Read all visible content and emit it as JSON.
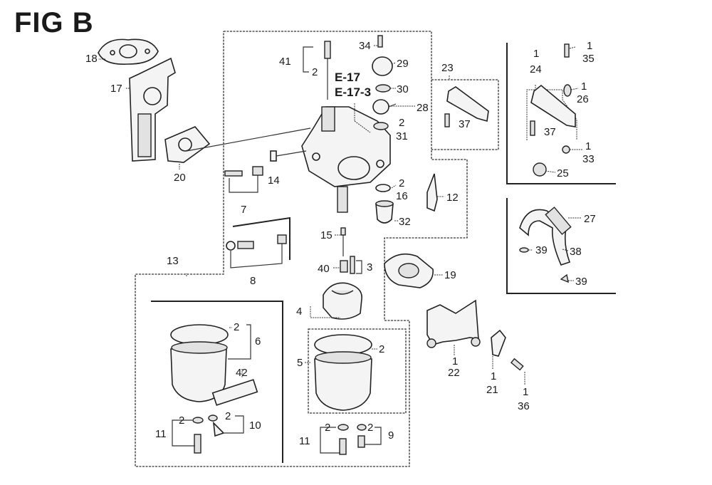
{
  "figure": {
    "title": "FIG B"
  },
  "references": [
    "E-17",
    "E-17-3"
  ],
  "callouts": [
    {
      "id": "c18",
      "text": "18"
    },
    {
      "id": "c17",
      "text": "17"
    },
    {
      "id": "c20",
      "text": "20"
    },
    {
      "id": "c41",
      "text": "41"
    },
    {
      "id": "c41q",
      "text": "2"
    },
    {
      "id": "c34",
      "text": "34"
    },
    {
      "id": "c29",
      "text": "29"
    },
    {
      "id": "c30",
      "text": "30"
    },
    {
      "id": "c28",
      "text": "28"
    },
    {
      "id": "c31q",
      "text": "2"
    },
    {
      "id": "c31",
      "text": "31"
    },
    {
      "id": "c14",
      "text": "14"
    },
    {
      "id": "c7",
      "text": "7"
    },
    {
      "id": "c8",
      "text": "8"
    },
    {
      "id": "c13",
      "text": "13"
    },
    {
      "id": "c16q",
      "text": "2"
    },
    {
      "id": "c16",
      "text": "16"
    },
    {
      "id": "c32",
      "text": "32"
    },
    {
      "id": "c12",
      "text": "12"
    },
    {
      "id": "c15",
      "text": "15"
    },
    {
      "id": "c40",
      "text": "40"
    },
    {
      "id": "c3",
      "text": "3"
    },
    {
      "id": "c4",
      "text": "4"
    },
    {
      "id": "c19",
      "text": "19"
    },
    {
      "id": "c23",
      "text": "23"
    },
    {
      "id": "c37a",
      "text": "37"
    },
    {
      "id": "c24q",
      "text": "1"
    },
    {
      "id": "c24",
      "text": "24"
    },
    {
      "id": "c35q",
      "text": "1"
    },
    {
      "id": "c35",
      "text": "35"
    },
    {
      "id": "c26q",
      "text": "1"
    },
    {
      "id": "c26",
      "text": "26"
    },
    {
      "id": "c37b",
      "text": "37"
    },
    {
      "id": "c33q",
      "text": "1"
    },
    {
      "id": "c33",
      "text": "33"
    },
    {
      "id": "c25",
      "text": "25"
    },
    {
      "id": "c27",
      "text": "27"
    },
    {
      "id": "c39a",
      "text": "39"
    },
    {
      "id": "c38",
      "text": "38"
    },
    {
      "id": "c39b",
      "text": "39"
    },
    {
      "id": "c6q",
      "text": "2"
    },
    {
      "id": "c6",
      "text": "6"
    },
    {
      "id": "c42",
      "text": "42"
    },
    {
      "id": "c10q",
      "text": "2"
    },
    {
      "id": "c10",
      "text": "10"
    },
    {
      "id": "c11aq",
      "text": "2"
    },
    {
      "id": "c11a",
      "text": "11"
    },
    {
      "id": "c5",
      "text": "5"
    },
    {
      "id": "c5q",
      "text": "2"
    },
    {
      "id": "c9q",
      "text": "2"
    },
    {
      "id": "c9",
      "text": "9"
    },
    {
      "id": "c11bq",
      "text": "2"
    },
    {
      "id": "c11b",
      "text": "11"
    },
    {
      "id": "c22q",
      "text": "1"
    },
    {
      "id": "c22",
      "text": "22"
    },
    {
      "id": "c21q",
      "text": "1"
    },
    {
      "id": "c21",
      "text": "21"
    },
    {
      "id": "c36q",
      "text": "1"
    },
    {
      "id": "c36",
      "text": "36"
    }
  ]
}
